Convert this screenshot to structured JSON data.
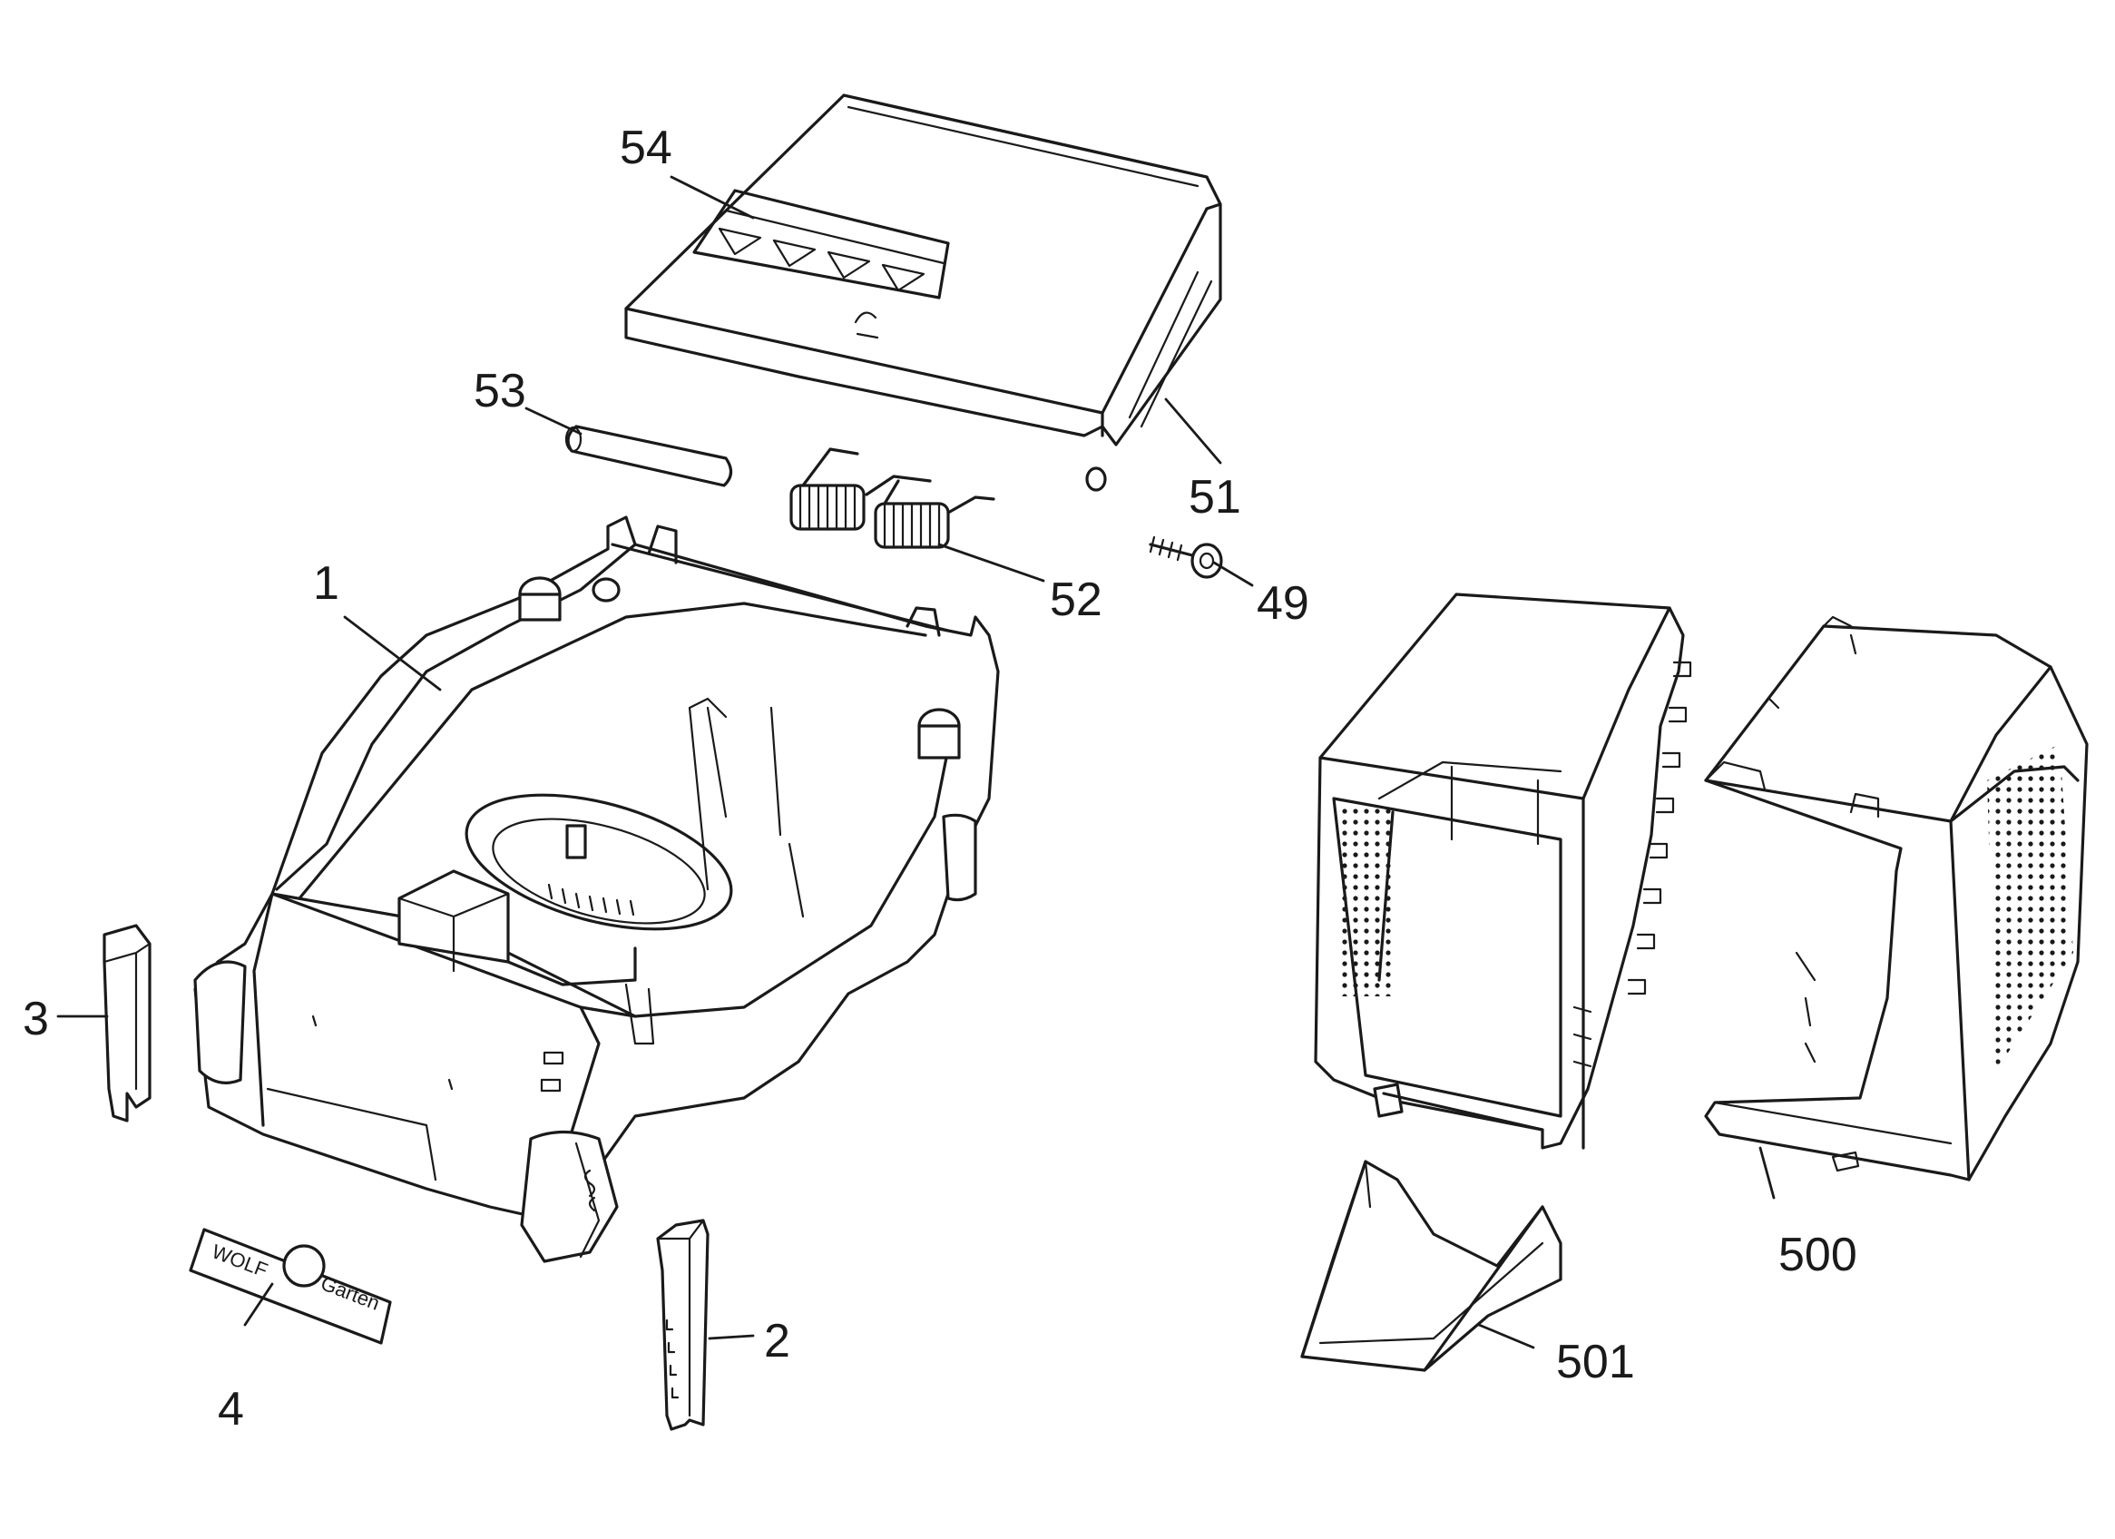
{
  "labels": {
    "p1": "1",
    "p2": "2",
    "p3": "3",
    "p4": "4",
    "p49": "49",
    "p51": "51",
    "p52": "52",
    "p53": "53",
    "p54": "54",
    "p500": "500",
    "p501": "501"
  },
  "logo": {
    "left": "WOLF",
    "right": "Garten"
  },
  "colors": {
    "line": "#1a1a1a",
    "background": "#ffffff"
  }
}
